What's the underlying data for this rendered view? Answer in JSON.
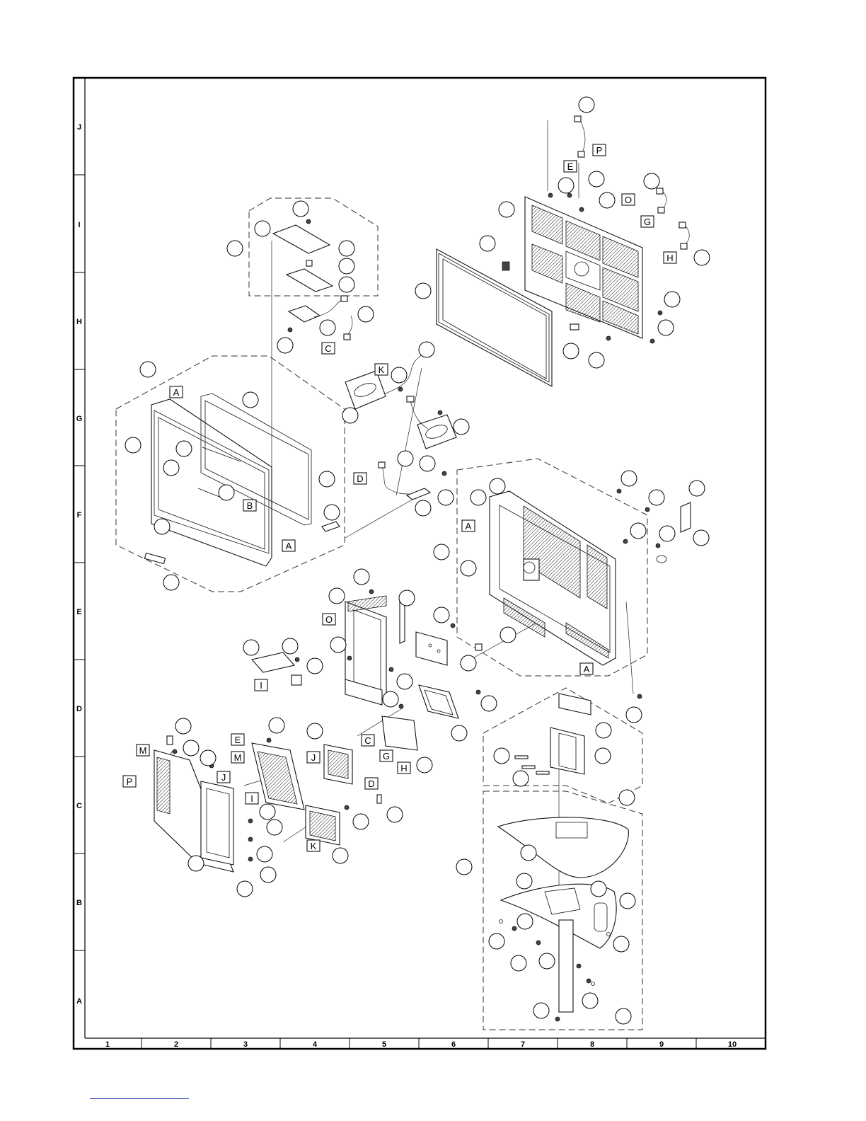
{
  "sheet": {
    "row_labels": [
      "J",
      "I",
      "H",
      "G",
      "F",
      "E",
      "D",
      "C",
      "B",
      "A"
    ],
    "column_labels": [
      "1",
      "2",
      "3",
      "4",
      "5",
      "6",
      "7",
      "8",
      "9",
      "10"
    ]
  },
  "letter_tags": [
    "P",
    "E",
    "O",
    "G",
    "H",
    "C",
    "K",
    "A",
    "B",
    "A",
    "D",
    "A",
    "O",
    "I",
    "A",
    "E",
    "M",
    "J",
    "C",
    "G",
    "H",
    "M",
    "P",
    "J",
    "I",
    "D",
    "K"
  ],
  "footer": {
    "link_text": ""
  }
}
